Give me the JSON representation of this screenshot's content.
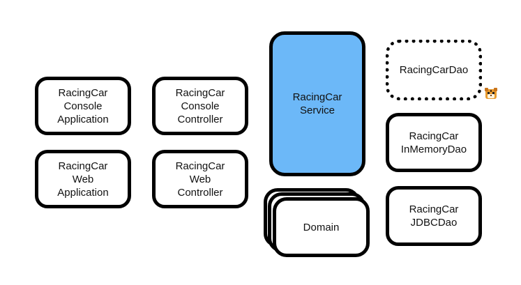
{
  "diagram": {
    "boxes": {
      "console_application": "RacingCar\nConsole\nApplication",
      "console_controller": "RacingCar\nConsole\nController",
      "web_application": "RacingCar\nWeb\nApplication",
      "web_controller": "RacingCar\nWeb\nController",
      "service": "RacingCar\nService",
      "dao": "RacingCarDao",
      "inmemory_dao": "RacingCar\nInMemoryDao",
      "jdbc_dao": "RacingCar\nJDBCDao",
      "domain": "Domain"
    },
    "colors": {
      "service_fill": "#6cb8f8",
      "border": "#000000"
    },
    "icons": {
      "cursor": "tiger-face-icon"
    }
  }
}
